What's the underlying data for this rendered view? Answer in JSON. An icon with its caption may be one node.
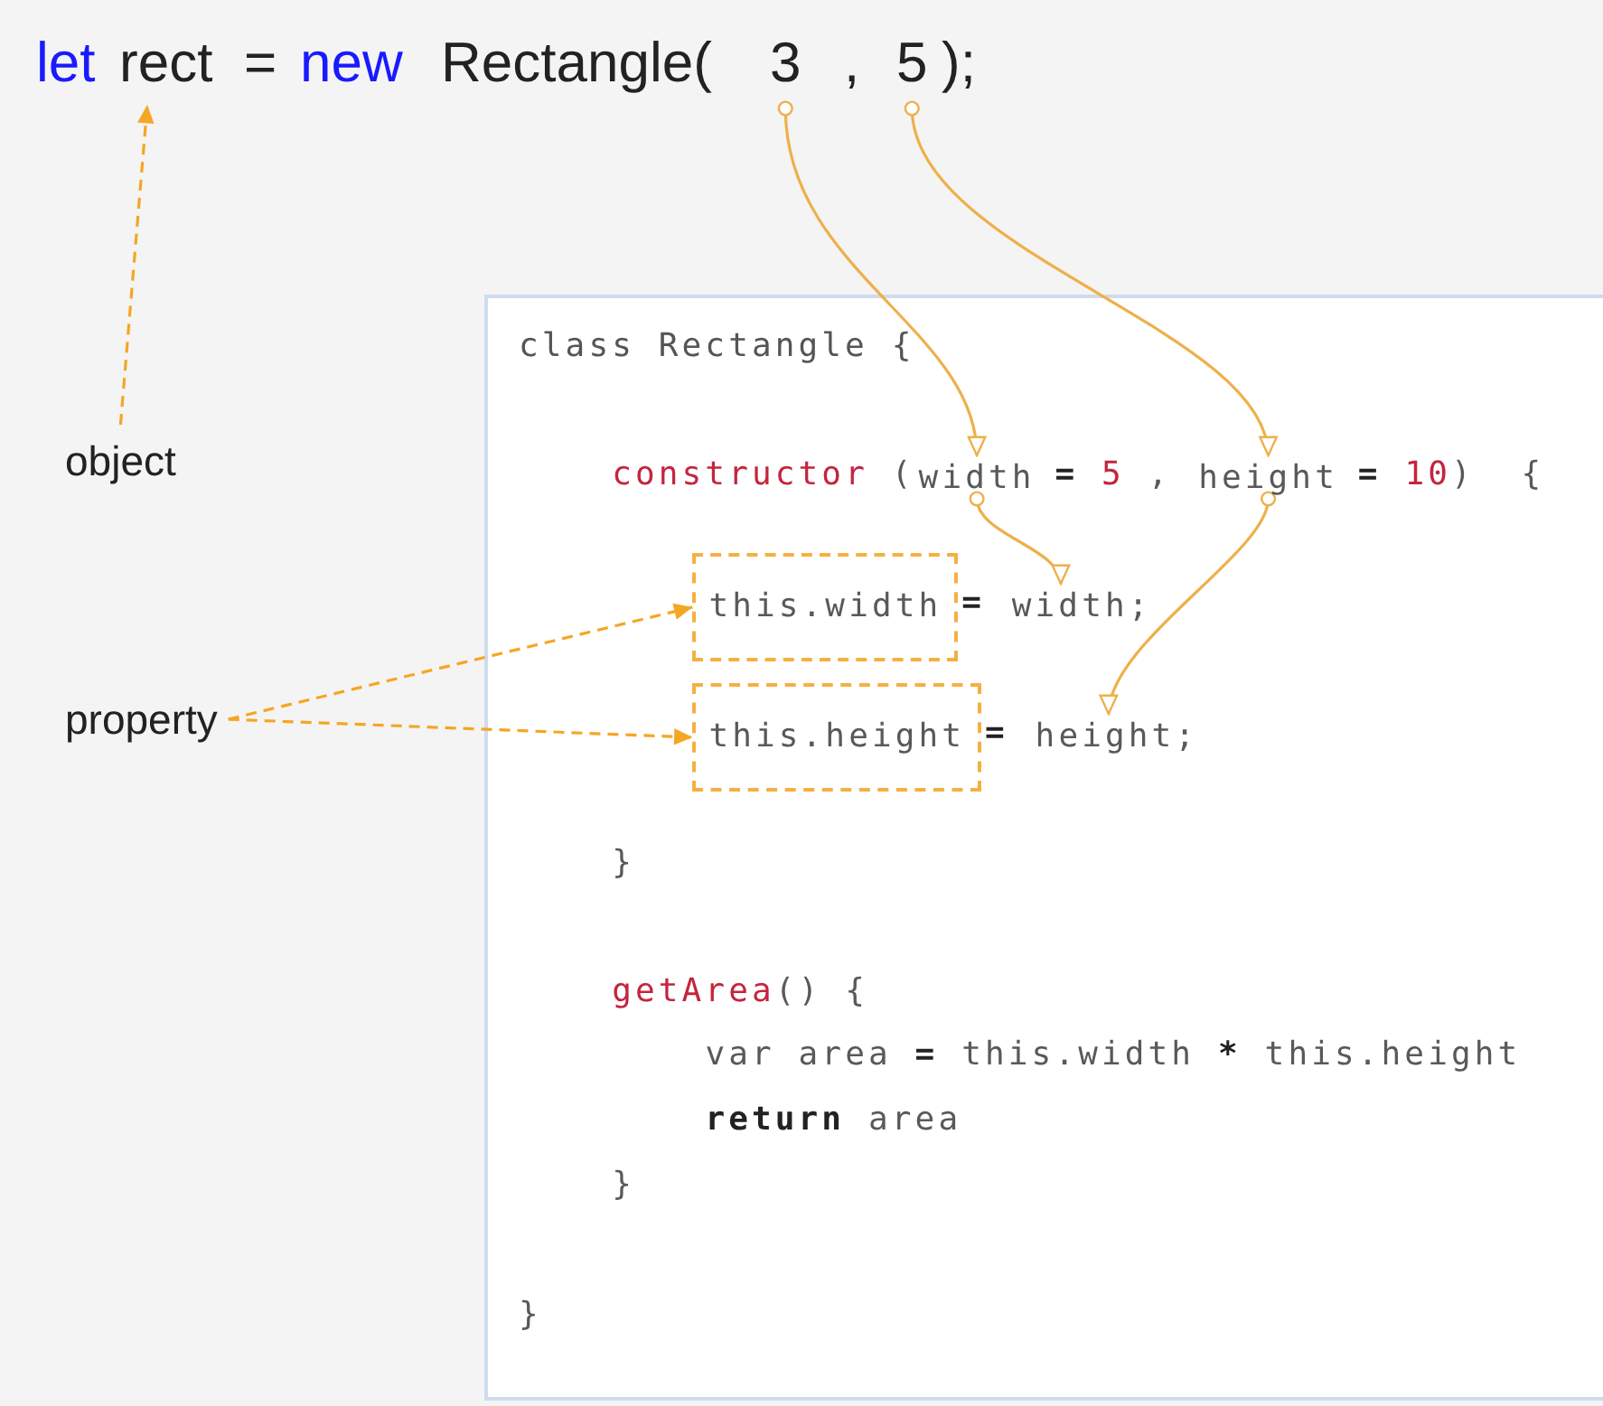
{
  "diagram": {
    "nodes": [
      {
        "text": [
          "rect"
        ]
      },
      {
        "text": [
          "3"
        ]
      },
      {
        "text": [
          "5"
        ]
      },
      {
        "text": [
          "class Rectangle {",
          "constructor",
          "(",
          "=",
          "5",
          ",",
          "=",
          "10",
          ")",
          "{",
          "=",
          "=",
          "}",
          "getArea",
          "() {",
          "var area",
          "=",
          "this.width",
          "*",
          "this.height",
          "return",
          "area",
          "}",
          "}"
        ]
      },
      {
        "text": [
          "width"
        ],
        "in": 3
      },
      {
        "text": [
          "height"
        ],
        "in": 3
      },
      {
        "text": [
          "object"
        ]
      },
      {
        "text": [
          "this.width"
        ],
        "in": 3
      },
      {
        "text": [
          "width;"
        ],
        "in": 3
      },
      {
        "text": [
          "property"
        ]
      },
      {
        "text": [
          "this.height"
        ],
        "in": 3
      },
      {
        "text": [
          "height;"
        ],
        "in": 3
      }
    ],
    "edges": [
      {
        "from": 6,
        "to": 0,
        "arrow": "to",
        "style": "dashed",
        "color": "#f5a623"
      },
      {
        "from": 1,
        "to": 4,
        "arrow": "to"
      },
      {
        "from": 2,
        "to": 5,
        "arrow": "to"
      },
      {
        "from": 4,
        "to": 8,
        "arrow": "to"
      },
      {
        "from": 5,
        "to": 11,
        "arrow": "to"
      },
      {
        "from": 9,
        "to": 7,
        "arrow": "to",
        "style": "dashed",
        "color": "#f5a623"
      },
      {
        "from": 9,
        "to": 10,
        "arrow": "to",
        "style": "dashed",
        "color": "#f5a623"
      }
    ],
    "labels": [
      "let",
      "=",
      "new",
      "Rectangle(",
      ",",
      ");"
    ]
  }
}
